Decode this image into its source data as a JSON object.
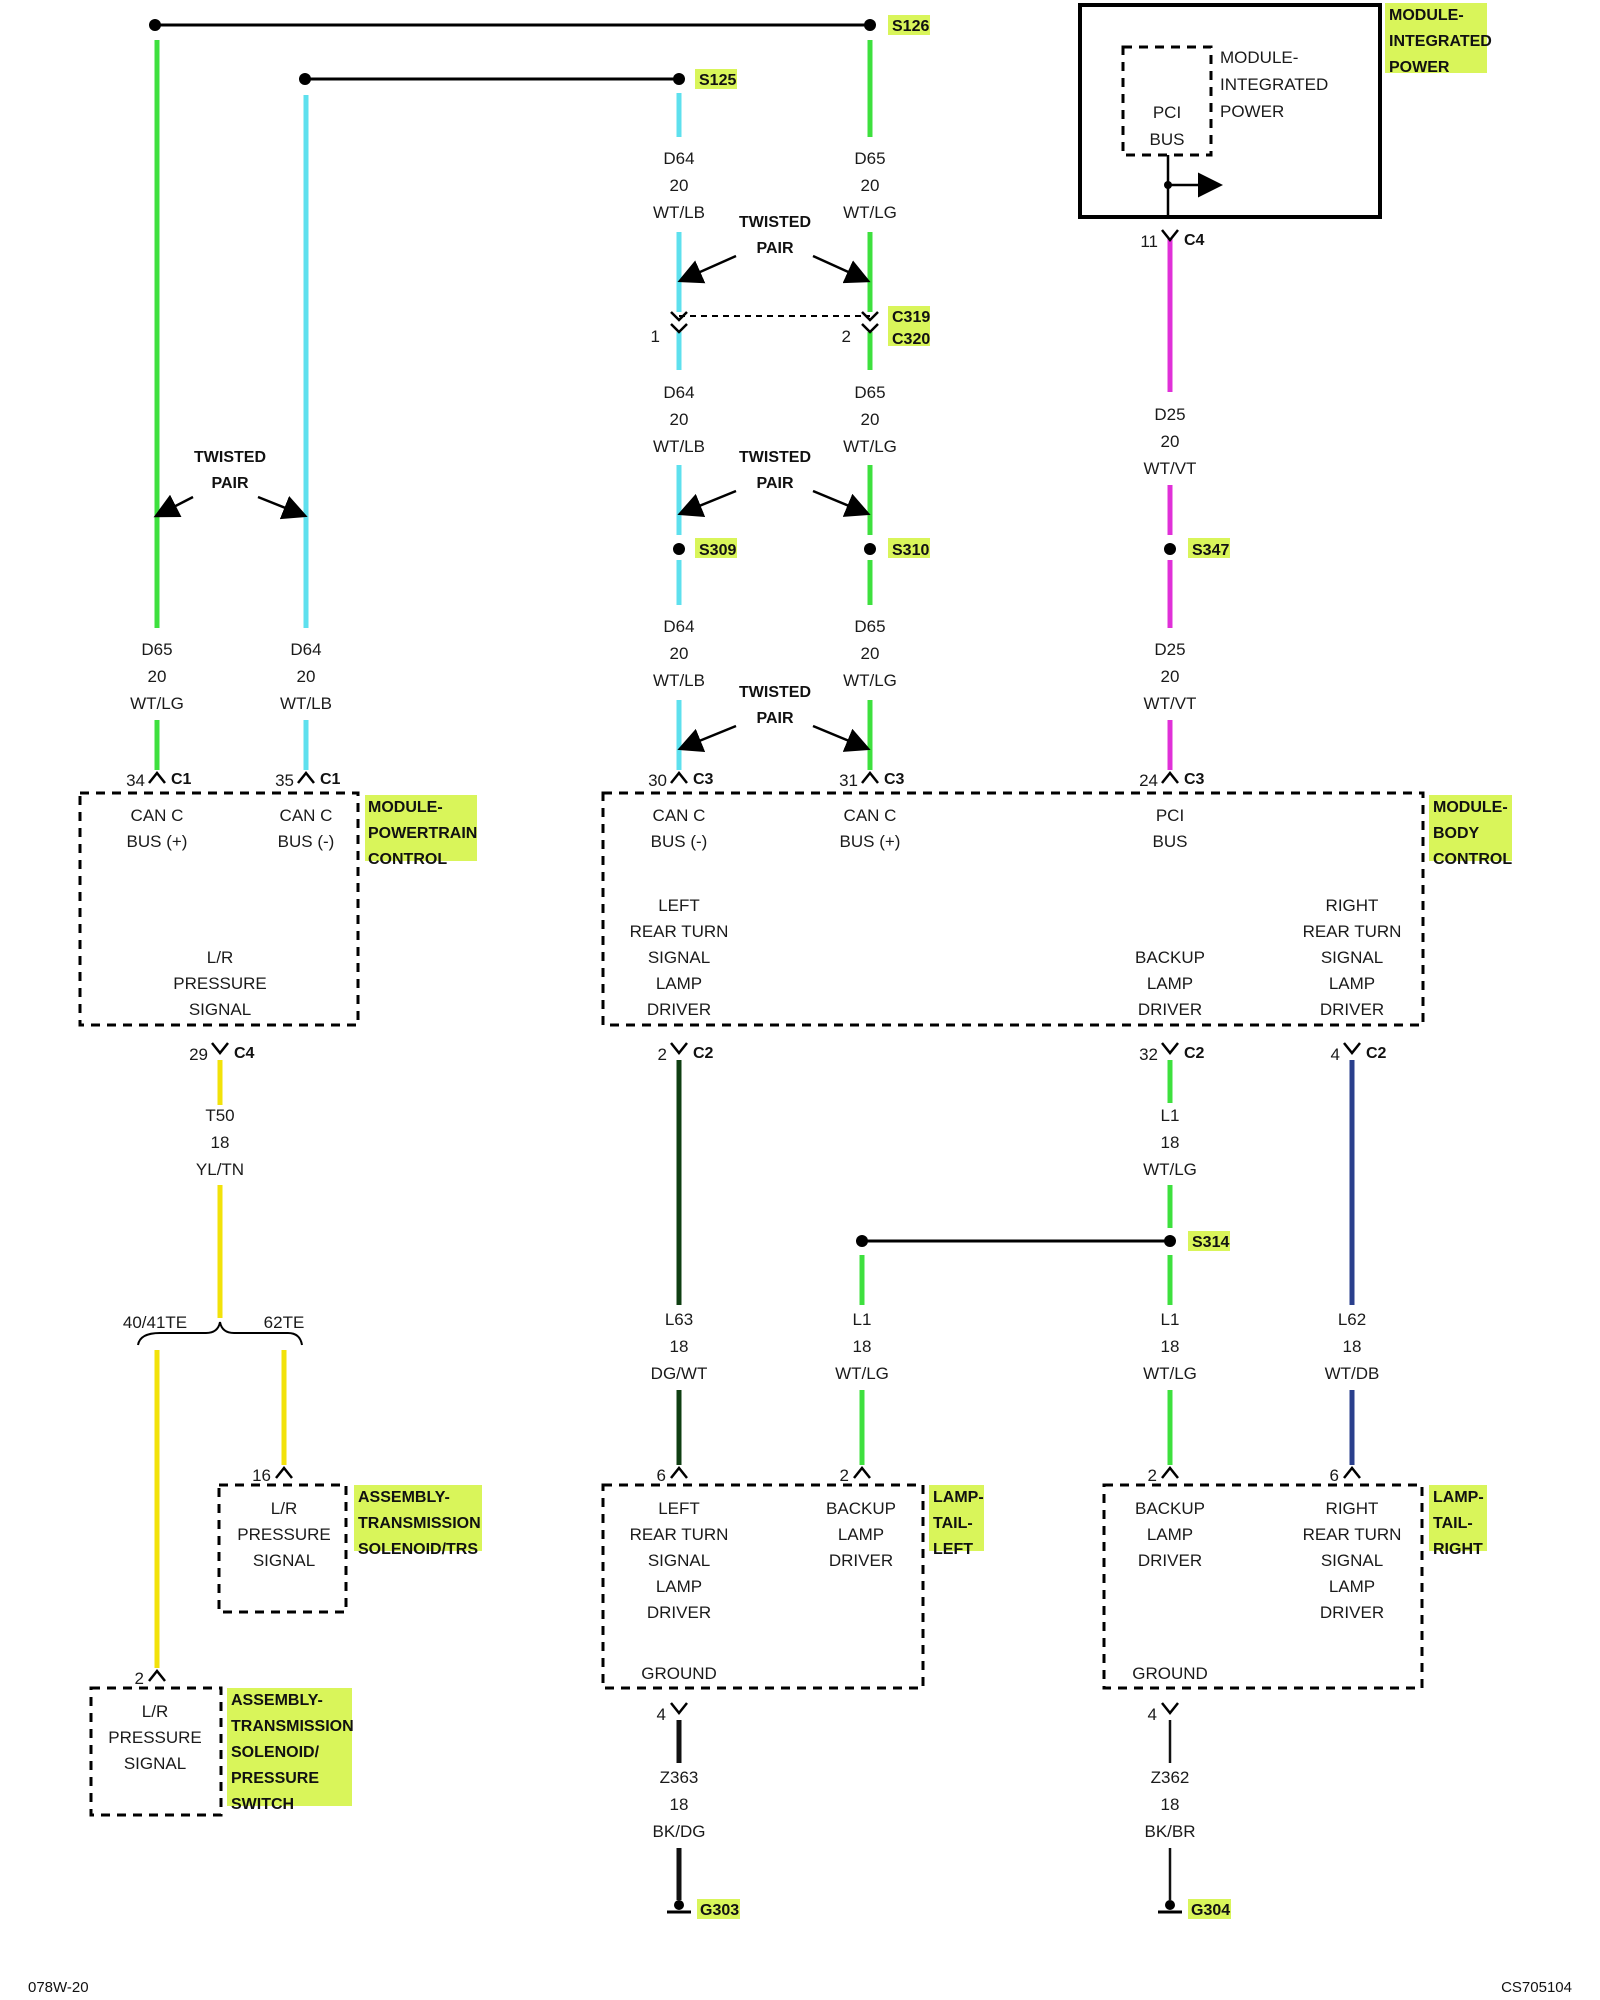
{
  "modules": {
    "integrated_power": {
      "title": [
        "MODULE-",
        "INTEGRATED",
        "POWER"
      ],
      "inner": [
        "MODULE-",
        "INTEGRATED",
        "POWER"
      ],
      "pin": [
        "PCI",
        "BUS"
      ]
    },
    "powertrain": {
      "title": [
        "MODULE-",
        "POWERTRAIN",
        "CONTROL"
      ],
      "pin_a": [
        "CAN C",
        "BUS (+)"
      ],
      "pin_b": [
        "CAN C",
        "BUS (-)"
      ],
      "pin_c": [
        "L/R",
        "PRESSURE",
        "SIGNAL"
      ]
    },
    "body": {
      "title": [
        "MODULE-",
        "BODY",
        "CONTROL"
      ],
      "pin_a": [
        "CAN C",
        "BUS (-)"
      ],
      "pin_b": [
        "CAN C",
        "BUS (+)"
      ],
      "pin_c": [
        "PCI",
        "BUS"
      ],
      "pin_d": [
        "LEFT",
        "REAR TURN",
        "SIGNAL",
        "LAMP",
        "DRIVER"
      ],
      "pin_e": [
        "BACKUP",
        "LAMP",
        "DRIVER"
      ],
      "pin_f": [
        "RIGHT",
        "REAR TURN",
        "SIGNAL",
        "LAMP",
        "DRIVER"
      ]
    },
    "trs": {
      "title": [
        "ASSEMBLY-",
        "TRANSMISSION",
        "SOLENOID/TRS"
      ],
      "pin": [
        "L/R",
        "PRESSURE",
        "SIGNAL"
      ]
    },
    "tps": {
      "title": [
        "ASSEMBLY-",
        "TRANSMISSION",
        "SOLENOID/",
        "PRESSURE",
        "SWITCH"
      ],
      "pin": [
        "L/R",
        "PRESSURE",
        "SIGNAL"
      ]
    },
    "tail_left": {
      "title": [
        "LAMP-",
        "TAIL-",
        "LEFT"
      ],
      "pin_a": [
        "LEFT",
        "REAR TURN",
        "SIGNAL",
        "LAMP",
        "DRIVER"
      ],
      "pin_b": [
        "BACKUP",
        "LAMP",
        "DRIVER"
      ],
      "ground": "GROUND"
    },
    "tail_right": {
      "title": [
        "LAMP-",
        "TAIL-",
        "RIGHT"
      ],
      "pin_a": [
        "BACKUP",
        "LAMP",
        "DRIVER"
      ],
      "pin_b": [
        "RIGHT",
        "REAR TURN",
        "SIGNAL",
        "LAMP",
        "DRIVER"
      ],
      "ground": "GROUND"
    }
  },
  "splices": {
    "s126": "S126",
    "s125": "S125",
    "s309": "S309",
    "s310": "S310",
    "s347": "S347",
    "s314": "S314"
  },
  "connectors": {
    "c319": "C319",
    "c320": "C320",
    "ipm_c4": {
      "pin": "11",
      "name": "C4"
    },
    "pcm_c1a": {
      "pin": "34",
      "name": "C1"
    },
    "pcm_c1b": {
      "pin": "35",
      "name": "C1"
    },
    "pcm_c4": {
      "pin": "29",
      "name": "C4"
    },
    "bcm_c3a": {
      "pin": "30",
      "name": "C3"
    },
    "bcm_c3b": {
      "pin": "31",
      "name": "C3"
    },
    "bcm_c3c": {
      "pin": "24",
      "name": "C3"
    },
    "bcm_c2a": {
      "pin": "2",
      "name": "C2"
    },
    "bcm_c2b": {
      "pin": "32",
      "name": "C2"
    },
    "bcm_c2c": {
      "pin": "4",
      "name": "C2"
    },
    "c319_pin1": "1",
    "c320_pin2": "2",
    "trs_pin": "16",
    "tps_pin": "2",
    "tl_pin6": "6",
    "tl_pin2": "2",
    "tl_pin4": "4",
    "tr_pin2": "2",
    "tr_pin6": "6",
    "tr_pin4": "4"
  },
  "wires": {
    "d64_top": [
      "D64",
      "20",
      "WT/LB"
    ],
    "d65_top": [
      "D65",
      "20",
      "WT/LG"
    ],
    "d64_mid": [
      "D64",
      "20",
      "WT/LB"
    ],
    "d65_mid": [
      "D65",
      "20",
      "WT/LG"
    ],
    "d64_low": [
      "D64",
      "20",
      "WT/LB"
    ],
    "d65_low": [
      "D65",
      "20",
      "WT/LG"
    ],
    "d65_left": [
      "D65",
      "20",
      "WT/LG"
    ],
    "d64_left": [
      "D64",
      "20",
      "WT/LB"
    ],
    "d25_top": [
      "D25",
      "20",
      "WT/VT"
    ],
    "d25_low": [
      "D25",
      "20",
      "WT/VT"
    ],
    "t50": [
      "T50",
      "18",
      "YL/TN"
    ],
    "l63": [
      "L63",
      "18",
      "DG/WT"
    ],
    "l1_tl": [
      "L1",
      "18",
      "WT/LG"
    ],
    "l1_bcm": [
      "L1",
      "18",
      "WT/LG"
    ],
    "l1_tr": [
      "L1",
      "18",
      "WT/LG"
    ],
    "l62": [
      "L62",
      "18",
      "WT/DB"
    ],
    "z363": [
      "Z363",
      "18",
      "BK/DG"
    ],
    "z362": [
      "Z362",
      "18",
      "BK/BR"
    ]
  },
  "twisted_pair": [
    "TWISTED",
    "PAIR"
  ],
  "variants": {
    "a": "40/41TE",
    "b": "62TE"
  },
  "grounds": {
    "g303": "G303",
    "g304": "G304"
  },
  "footer": {
    "left": "078W-20",
    "right": "CS705104"
  },
  "colors": {
    "green": "#3ee03e",
    "lightblue": "#5ee0ee",
    "magenta": "#e030d8",
    "yellow": "#f2e20a",
    "darkgreen": "#0f3f12",
    "navy": "#2a3f8c",
    "black": "#111111",
    "highlight": "#d9f55a"
  }
}
